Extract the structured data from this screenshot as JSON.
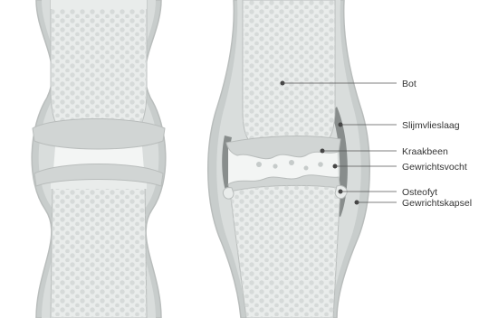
{
  "colors": {
    "background": "#ffffff",
    "bone": "#e9eceb",
    "bone_dots": "#d3d7d6",
    "bone_outline": "#b9bdbc",
    "capsule": "#c8cdcc",
    "capsule_inner": "#d9dddc",
    "cartilage": "#d1d5d4",
    "synovium": "#888d8c",
    "fluid": "#f3f5f4",
    "leader_line": "#555555",
    "leader_dot": "#444444",
    "label_text": "#333333"
  },
  "labels": {
    "bone": "Bot",
    "synovial_membrane": "Slijmvlieslaag",
    "cartilage": "Kraakbeen",
    "synovial_fluid": "Gewrichtsvocht",
    "osteophyte": "Osteofyt",
    "joint_capsule": "Gewrichtskapsel"
  }
}
